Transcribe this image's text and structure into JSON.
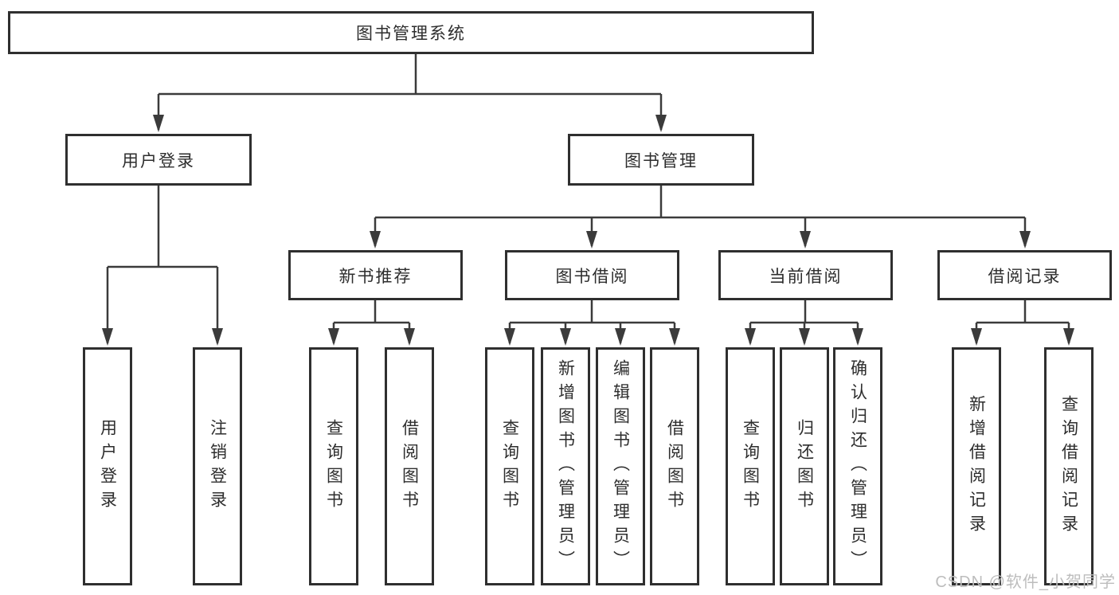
{
  "tree": {
    "root": "图书管理系统",
    "branches": [
      {
        "label": "用户登录",
        "children": [
          "用户登录",
          "注销登录"
        ]
      },
      {
        "label": "图书管理",
        "children": [
          {
            "label": "新书推荐",
            "children": [
              "查询图书",
              "借阅图书"
            ]
          },
          {
            "label": "图书借阅",
            "children": [
              "查询图书",
              "新增图书（管理员）",
              "编辑图书（管理员）",
              "借阅图书"
            ]
          },
          {
            "label": "当前借阅",
            "children": [
              "查询图书",
              "归还图书",
              "确认归还（管理员）"
            ]
          },
          {
            "label": "借阅记录",
            "children": [
              "新增借阅记录",
              "查询借阅记录"
            ]
          }
        ]
      }
    ],
    "watermark": "CSDN @软件_小贺同学",
    "colors": {
      "line": "#3b3b3b",
      "box_border": "#2f2f2f",
      "text": "#2d2d2d",
      "watermark": "#bdbdbd",
      "background": "#ffffff"
    }
  }
}
